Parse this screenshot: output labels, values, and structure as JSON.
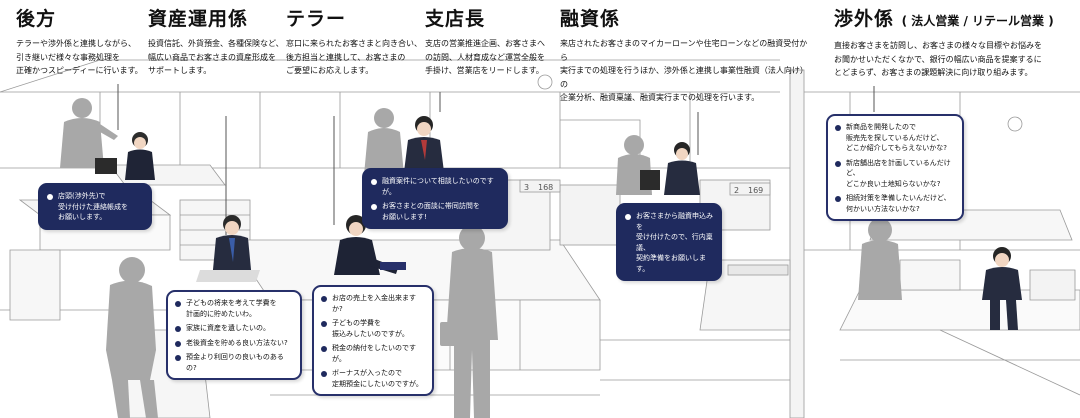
{
  "roles": {
    "back_office": {
      "title": "後方",
      "desc": [
        "テラーや渉外係と連携しながら、",
        "引き継いだ様々な事務処理を",
        "正確かつスピーディーに行います。"
      ]
    },
    "asset": {
      "title": "資産運用係",
      "desc": [
        "投資信託、外貨預金、各種保険など、",
        "幅広い商品でお客さまの資産形成を",
        "サポートします。"
      ]
    },
    "teller": {
      "title": "テラー",
      "desc": [
        "窓口に来られたお客さまと向き合い、",
        "後方担当と連携して、お客さまの",
        "ご要望にお応えします。"
      ]
    },
    "manager": {
      "title": "支店長",
      "desc": [
        "支店の営業推進企画、お客さまへ",
        "の訪問、人材育成など運営全般を",
        "手掛け、営業店をリードします。"
      ]
    },
    "loan": {
      "title": "融資係",
      "desc": [
        "来店されたお客さまのマイカーローンや住宅ローンなどの融資受付から",
        "実行までの処理を行うほか、渉外係と連携し事業性融資（法人向け）の",
        "企業分析、融資稟議、融資実行までの処理を行います。"
      ]
    },
    "sales": {
      "title": "渉外係",
      "subtitle": "( 法人営業 / リテール営業 )",
      "desc": [
        "直接お客さまを訪問し、お客さまの様々な目標やお悩みを",
        "お聞かせいただくなかで、銀行の幅広い商品を提案するに",
        "とどまらず、お客さまの課題解決に向け取り組みます。"
      ]
    }
  },
  "bubbles": {
    "back_office": [
      "店頭(渉外先)で\n受け付けた連絡帳成を\nお願いします。"
    ],
    "manager": [
      "融資案件について相談したいのですが。",
      "お客さまとの面談に帯同訪問を\nお願いします!"
    ],
    "loan": [
      "お客さまから融資申込みを\n受け付けたので、行内稟議、\n契約準備をお願いします。"
    ],
    "sales": [
      "新商品を開発したので\n販売先を探しているんだけど、\nどこか紹介してもらえないかな?",
      "新店舗出店を計画しているんだけど、\nどこか良い土地知らないかな?",
      "相続対策を準備したいんだけど、\n何かいい方法ないかな?"
    ],
    "asset": [
      "子どもの将来を考えて学費を\n計画的に貯めたいわ。",
      "家族に資産を遺したいの。",
      "老後資金を貯める良い方法ない?",
      "預金より利回りの良いものあるの?"
    ],
    "teller": [
      "お店の売上を入金出来ますか?",
      "子どもの学費を\n振込みしたいのですが。",
      "税金の納付をしたいのですが。",
      "ボーナスが入ったので\n定期預金にしたいのですが。"
    ]
  },
  "counter_numbers": [
    "3",
    "168",
    "2",
    "169"
  ],
  "colors": {
    "navy": "#1f2a5e",
    "line": "#6a6a6a",
    "silhouette": "#a6a6a6",
    "suit": "#2a2f3c"
  }
}
